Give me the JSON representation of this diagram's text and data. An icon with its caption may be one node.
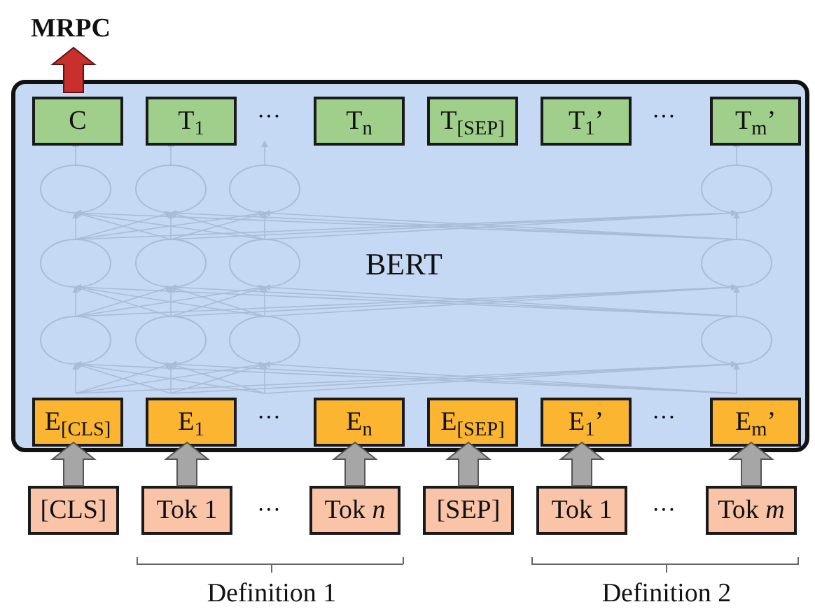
{
  "diagram": {
    "nodes": [
      {
        "text": [
          "BERT"
        ]
      },
      {
        "text": [
          "C"
        ],
        "in": 0
      },
      {
        "text": [
          "T$_{1}$"
        ],
        "in": 0
      },
      {
        "text": [
          "T$_{n}$"
        ],
        "in": 0
      },
      {
        "text": [
          "T$_{[SEP]}$"
        ],
        "in": 0
      },
      {
        "text": [
          "T$_{1}$’"
        ],
        "in": 0
      },
      {
        "text": [
          "T$_{m}$’"
        ],
        "in": 0
      },
      {
        "text": [
          "E$_{[CLS]}$"
        ],
        "in": 0
      },
      {
        "text": [
          "E$_{1}$"
        ],
        "in": 0
      },
      {
        "text": [
          "E$_{n}$"
        ],
        "in": 0
      },
      {
        "text": [
          "E$_{[SEP]}$"
        ],
        "in": 0
      },
      {
        "text": [
          "E$_{1}$’"
        ],
        "in": 0
      },
      {
        "text": [
          "E$_{m}$’"
        ],
        "in": 0
      },
      {
        "text": [
          "[CLS]"
        ]
      },
      {
        "text": [
          "Tok 1"
        ]
      },
      {
        "text": [
          "Tok *n*"
        ]
      },
      {
        "text": [
          "[SEP]"
        ]
      },
      {
        "text": [
          "Tok 1"
        ]
      },
      {
        "text": [
          "Tok *m*"
        ]
      },
      {
        "text": [
          "MRPC"
        ]
      }
    ],
    "edges": [
      {
        "from": 1,
        "to": 19,
        "arrow": "to",
        "style": "thick",
        "color": "#c9302c"
      },
      {
        "from": 13,
        "to": 7,
        "arrow": "to",
        "style": "thick"
      },
      {
        "from": 14,
        "to": 8,
        "arrow": "to",
        "style": "thick"
      },
      {
        "from": 15,
        "to": 9,
        "arrow": "to",
        "style": "thick"
      },
      {
        "from": 16,
        "to": 10,
        "arrow": "to",
        "style": "thick"
      },
      {
        "from": 17,
        "to": 11,
        "arrow": "to",
        "style": "thick"
      },
      {
        "from": 18,
        "to": 12,
        "arrow": "to",
        "style": "thick"
      }
    ],
    "labels": [
      "···",
      "···",
      "···",
      "···",
      "···",
      "···",
      "Definition 1",
      "Definition 2"
    ]
  }
}
